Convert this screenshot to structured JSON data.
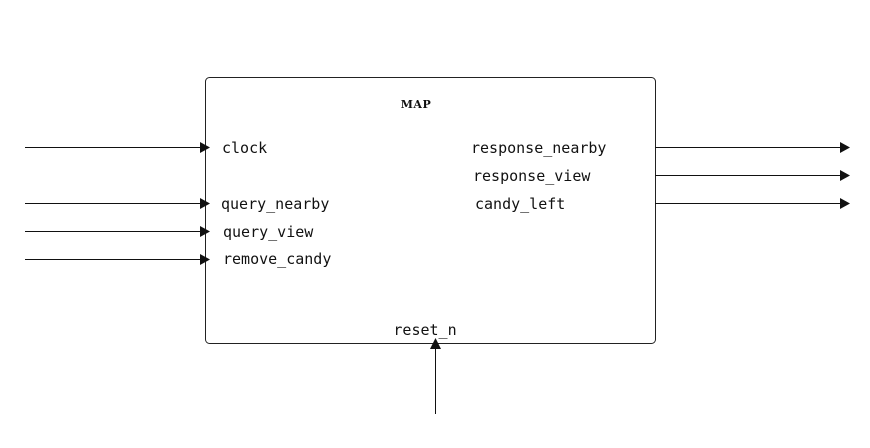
{
  "module": {
    "title": "MAP"
  },
  "inputs": [
    {
      "id": "clock",
      "label": "clock"
    },
    {
      "id": "query-nearby",
      "label": "query_nearby"
    },
    {
      "id": "query-view",
      "label": "query_view"
    },
    {
      "id": "remove-candy",
      "label": "remove_candy"
    }
  ],
  "outputs": [
    {
      "id": "response-nearby",
      "label": "response_nearby"
    },
    {
      "id": "response-view",
      "label": "response_view"
    },
    {
      "id": "candy-left",
      "label": "candy_left"
    }
  ],
  "bottom_input": {
    "id": "reset-n",
    "label": "reset_n"
  },
  "colors": {
    "stroke": "#111111",
    "background": "#ffffff"
  }
}
